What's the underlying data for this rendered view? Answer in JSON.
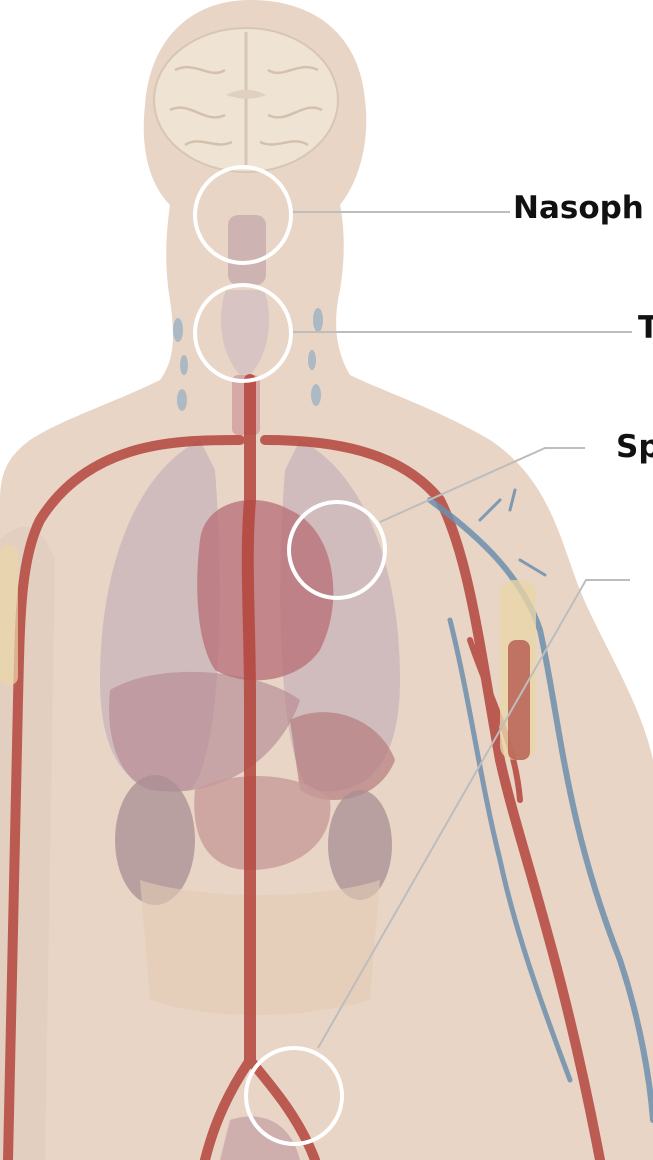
{
  "labels": {
    "nasopharynx": "Nasoph",
    "throat": "T",
    "spleen": "Sp",
    "groin": ""
  },
  "colors": {
    "skin": "#e8d5c6",
    "artery": "#b4453c",
    "vein": "#6d8fae",
    "organ": "#c9a3a6",
    "lung": "#c8b3b8",
    "leader_line": "#bdbdbd",
    "marker_ring": "#ffffff"
  },
  "icons": {
    "brain": "brain-icon",
    "heart": "heart-icon"
  }
}
